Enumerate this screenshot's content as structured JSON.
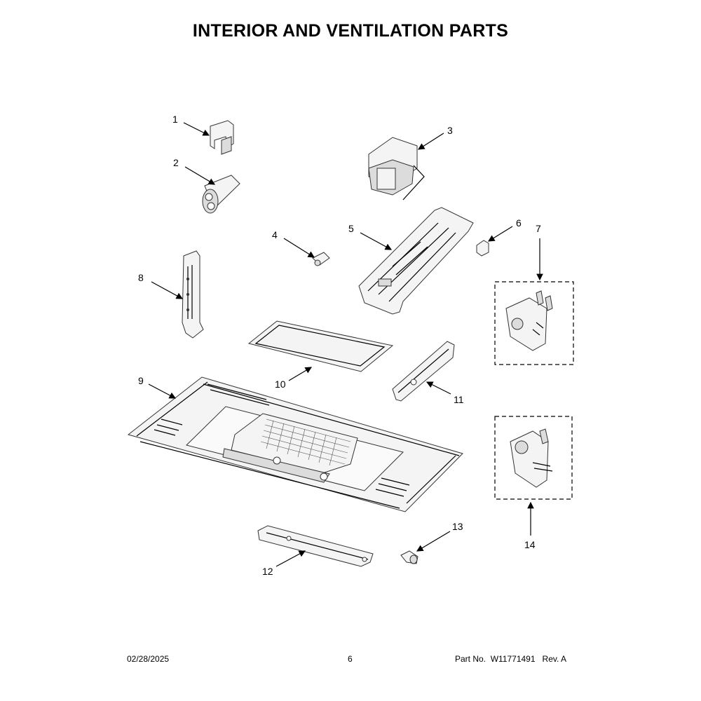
{
  "title": "INTERIOR AND VENTILATION PARTS",
  "callouts": [
    "1",
    "2",
    "3",
    "4",
    "5",
    "6",
    "7",
    "8",
    "9",
    "10",
    "11",
    "12",
    "13",
    "14"
  ],
  "footer": {
    "date": "02/28/2025",
    "page": "6",
    "part_label": "Part No.",
    "part_number": "W11771491",
    "revision": "Rev.  A"
  }
}
